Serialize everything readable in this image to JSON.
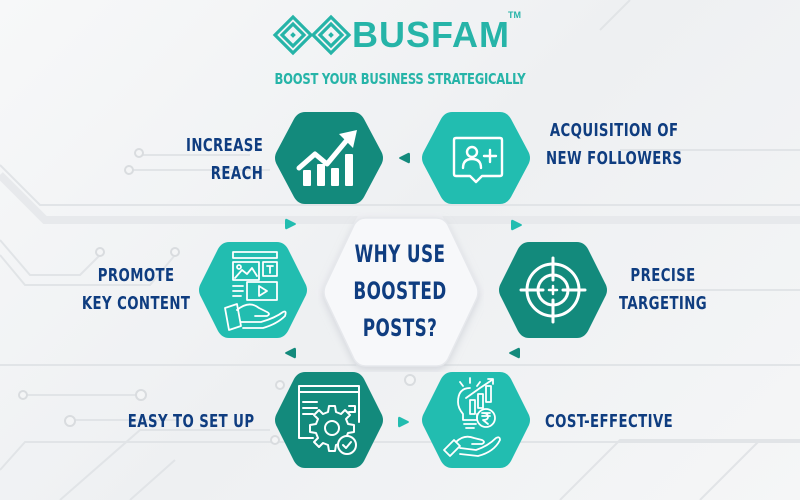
{
  "brand": {
    "name": "BUSFAM",
    "trademark": "TM",
    "tagline": "BOOST YOUR BUSINESS STRATEGICALLY",
    "color": "#26b4a8"
  },
  "colors": {
    "dark_teal": "#138a7c",
    "light_teal": "#22bdb0",
    "navy_text": "#0f3d80",
    "background": "#f2f3f5"
  },
  "center": {
    "lines": [
      "WHY USE",
      "BOOSTED",
      "POSTS?"
    ]
  },
  "items": [
    {
      "id": "increase-reach",
      "lines": [
        "INCREASE",
        "REACH"
      ],
      "icon": "growth-chart-icon",
      "hex_color": "dark"
    },
    {
      "id": "acquisition",
      "lines": [
        "ACQUISITION OF",
        "NEW FOLLOWERS"
      ],
      "icon": "add-user-icon",
      "hex_color": "light"
    },
    {
      "id": "precise-targeting",
      "lines": [
        "PRECISE",
        "TARGETING"
      ],
      "icon": "target-icon",
      "hex_color": "dark"
    },
    {
      "id": "cost-effective",
      "lines": [
        "COST-EFFECTIVE"
      ],
      "icon": "bulb-rupee-hand-icon",
      "hex_color": "light"
    },
    {
      "id": "easy-setup",
      "lines": [
        "EASY TO SET UP"
      ],
      "icon": "gear-settings-icon",
      "hex_color": "dark"
    },
    {
      "id": "promote-content",
      "lines": [
        "PROMOTE",
        "KEY CONTENT"
      ],
      "icon": "content-hand-icon",
      "hex_color": "light"
    }
  ]
}
